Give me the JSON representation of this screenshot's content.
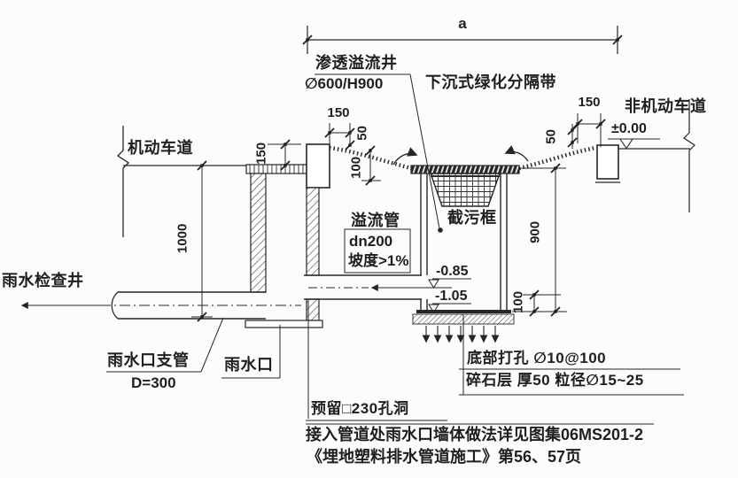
{
  "drawing": {
    "green_belt": "下沉式绿化分隔带",
    "well": {
      "name": "渗透溢流井",
      "spec": "∅600/H900",
      "basket": "截污框",
      "elev_high": "-0.85",
      "elev_low": "-1.05"
    },
    "roads": {
      "motor": "机动车道",
      "non_motor": "非机动车道",
      "elev_zero": "±0.00"
    },
    "overflow_pipe": {
      "name": "溢流管",
      "dn": "dn200",
      "slope": "坡度>1%"
    },
    "inlet": {
      "inspection_well": "雨水检查井",
      "branch": "雨水口支管",
      "branch_dia": "D=300",
      "name": "雨水口",
      "reserved_hole": "预留□230孔洞"
    },
    "bottom_notes": {
      "holes": "底部打孔 ∅10@100",
      "gravel": "碎石层 厚50 粒径∅15~25"
    },
    "ref_note": {
      "line1": "接入管道处雨水口墙体做法详见图集06MS201-2",
      "line2": "《埋地塑料排水管道施工》第56、57页"
    },
    "dims": {
      "a_span": "a",
      "left_curb_h": "150",
      "left_top": "150",
      "left_drop": "50",
      "left_depth": "100",
      "inlet_depth": "1000",
      "right_top": "150",
      "right_drop": "50",
      "well_depth": "900",
      "base_thk": "100"
    },
    "colors": {
      "line": "#262626",
      "bg": "#fcfcfc"
    }
  }
}
